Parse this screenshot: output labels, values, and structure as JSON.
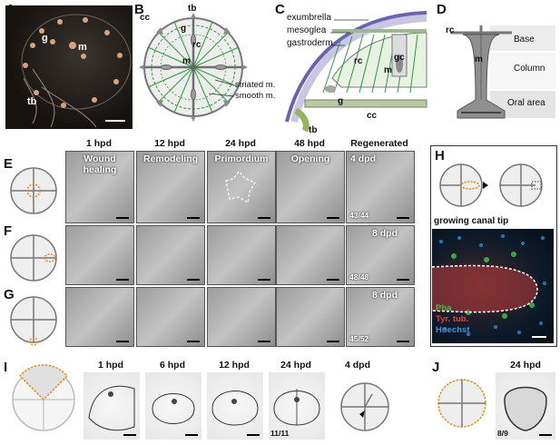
{
  "panels": {
    "A": {
      "letter": "A",
      "labels": {
        "g": "g",
        "m": "m",
        "tb": "tb"
      }
    },
    "B": {
      "letter": "B",
      "labels": {
        "tb": "tb",
        "cc": "cc",
        "g": "g",
        "rc": "rc",
        "m": "m",
        "striated": "striated m.",
        "smooth": "smooth m."
      }
    },
    "C": {
      "letter": "C",
      "labels": {
        "exumbrella": "exumbrella",
        "mesoglea": "mesoglea",
        "gastroderm": "gastroderm",
        "rc": "rc",
        "gc": "gc",
        "m": "m",
        "g": "g",
        "cc": "cc",
        "tb": "tb"
      }
    },
    "D": {
      "letter": "D",
      "labels": {
        "rc": "rc",
        "m": "m",
        "base": "Base",
        "column": "Column",
        "oral": "Oral area"
      }
    },
    "E": {
      "letter": "E"
    },
    "F": {
      "letter": "F"
    },
    "G": {
      "letter": "G"
    },
    "H": {
      "letter": "H",
      "tip_label": "growing canal tip",
      "legend": {
        "pha": "Pha",
        "tyr": "Tyr. tub.",
        "hoechst": "Hoechst"
      }
    },
    "I": {
      "letter": "I",
      "times": [
        "1 hpd",
        "6 hpd",
        "12 hpd",
        "24 hpd",
        "4 dpd"
      ],
      "ratio": "11/11"
    },
    "J": {
      "letter": "J",
      "time": "24 hpd",
      "ratio": "8/9"
    }
  },
  "columns": [
    "1 hpd",
    "12 hpd",
    "24 hpd",
    "48 hpd",
    "Regenerated"
  ],
  "rows": {
    "E": {
      "stages": [
        "Wound healing",
        "Remodeling",
        "Primordium",
        "Opening",
        "4 dpd"
      ],
      "ratio": "43/44"
    },
    "F": {
      "regen": "8 dpd",
      "ratio": "48/48"
    },
    "G": {
      "regen": "8 dpd",
      "ratio": "45/52"
    }
  }
}
